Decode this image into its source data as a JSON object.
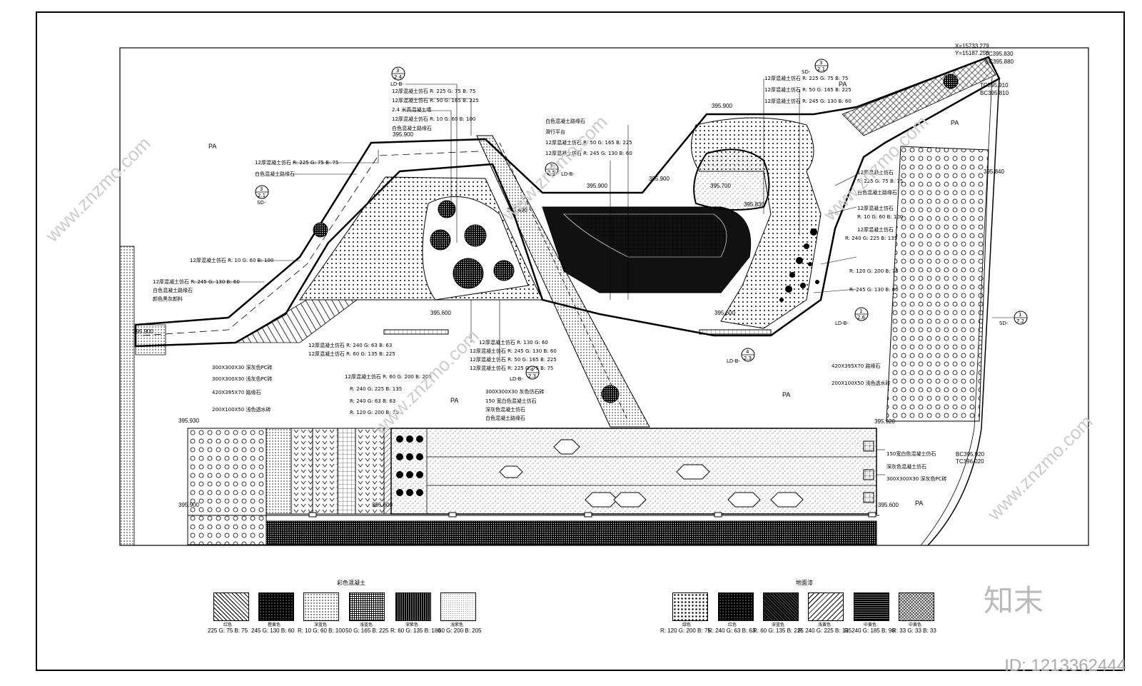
{
  "plan": {
    "zone_labels": [
      "PA",
      "PA",
      "PA",
      "PA",
      "PA",
      "PA"
    ],
    "elevations": [
      "395.900",
      "395.900",
      "395.900",
      "395.900",
      "395.900",
      "395.700",
      "395.600",
      "395.930",
      "395.900",
      "395.600",
      "395.600",
      "395.920",
      "395.830",
      "395.490",
      "395.840",
      "395.600"
    ],
    "coord_x": "X=15733.279",
    "coord_y": "Y=15187.256",
    "tc_top": "TC395.830",
    "bc_top": "BC395.880",
    "tc_mid": "TC395.910",
    "bc_mid": "BC395.810",
    "bc_bot": "BC395.920",
    "tc_bot": "TC396.020",
    "callouts": [
      {
        "num": "3",
        "sheet": "2.4",
        "code": "LD-B-"
      },
      {
        "num": "3",
        "sheet": "2.1",
        "code": "SD-"
      },
      {
        "num": "3",
        "sheet": "2.5",
        "code": "LD-B-"
      },
      {
        "num": "3",
        "sheet": "2.1",
        "code": "SD-"
      },
      {
        "num": "1",
        "sheet": "2.6",
        "code": "LD-B-"
      },
      {
        "num": "4",
        "sheet": "2.3",
        "code": "LD-B-"
      },
      {
        "num": "4",
        "sheet": "2.3",
        "code": "LD-B-"
      },
      {
        "num": "1",
        "sheet": "7.2",
        "code": "SD-"
      }
    ],
    "notes_left": [
      "12厚混凝土仿石 R: 225 G: 75 B: 75",
      "白色混凝土路缘石",
      "12厚混凝土仿石 R: 10 G: 60 B: 100",
      "12厚混凝土仿石 R: 245 G: 130 B: 60",
      "白色混凝土路缘石",
      "颜色黑灰颜料"
    ],
    "notes_top": [
      "12厚混凝土仿石 R: 225 G: 75 B: 75",
      "12厚混凝土仿石 R: 50 G: 165 B: 225",
      "2.4 米高混凝土墙",
      "12厚混凝土仿石 R: 10 G: 60 B: 100",
      "白色混凝土路缘石"
    ],
    "notes_center": [
      "白色混凝土路缘石",
      "12厚混凝土仿石 R: 50 G: 165 B: 225",
      "12厚混凝土仿石 R: 245 G: 130 B: 60",
      "滑行平台"
    ],
    "notes_right_top": [
      "12厚混凝土仿石 R: 225 G: 75 B: 75",
      "12厚混凝土仿石 R: 50 G: 165 B: 225",
      "12厚混凝土仿石 R: 245 G: 130 B: 60"
    ],
    "notes_right": [
      "12厚混凝土仿石",
      "R: 225 G: 75 B: 75",
      "白色混凝土路缘石",
      "12厚混凝土仿石",
      "R: 10 G: 60 B: 100",
      "12厚混凝土仿石",
      "R: 240 G: 225 B: 135",
      "R: 120 G: 200 B: 75",
      "R: 245 G: 130 B: 60"
    ],
    "notes_bottom_center": [
      "12厚混凝土仿石 R: 130 G: 60",
      "12厚混凝土仿石 R: 245 G: 130 B: 60",
      "12厚混凝土仿石 R: 50 G: 165 B: 225",
      "12厚混凝土仿石 R: 225 G: 75 B: 75",
      "12厚混凝土仿石 R: 240 G: 63 B: 63",
      "12厚混凝土仿石 R: 60 G: 135 B: 225"
    ],
    "notes_bottom_mid": [
      "12厚混凝土仿石 R: 60 G: 200 B: 205",
      "R: 240 G: 225 B: 135",
      "R: 240 G: 63 B: 63",
      "R: 120 G: 200 B: 75"
    ],
    "notes_bottom_left": [
      "300X300X30 深灰色PC砖",
      "300X300X30 浅灰色PC砖",
      "420X395X70 路缘石",
      "200X100X50 浅色透水砖"
    ],
    "notes_bottom_right": [
      "300X300X30 灰色仿石砖",
      "150 宽白色混凝土仿石",
      "深灰色混凝土仿石",
      "白色混凝土路缘石"
    ],
    "notes_far_right": [
      "420X395X70 路缘石",
      "200X100X50 浅色透水砖",
      "150宽白色混凝土仿石",
      "深灰色混凝土仿石",
      "300X300X30 深灰色PC砖"
    ]
  },
  "legend_left": {
    "title": "彩色混凝土",
    "items": [
      {
        "name": "红色",
        "rgb": "225 G: 75 B: 75"
      },
      {
        "name": "橙黄色",
        "rgb": "245 G: 130 B: 60"
      },
      {
        "name": "深蓝色",
        "rgb": "R: 10 G: 60 B: 100"
      },
      {
        "name": "浅蓝色",
        "rgb": "50 G: 165 B: 225"
      },
      {
        "name": "深紫色",
        "rgb": "R: 60 G: 135 B: 180"
      },
      {
        "name": "浅紫色",
        "rgb": "60 G: 200 B: 205"
      }
    ]
  },
  "legend_right": {
    "title": "地面漆",
    "items": [
      {
        "name": "绿色",
        "rgb": "R: 120 G: 200 B: 75"
      },
      {
        "name": "红色",
        "rgb": "R: 240 G: 63 B: 63"
      },
      {
        "name": "深蓝色",
        "rgb": "R: 60 G: 135 B: 225"
      },
      {
        "name": "浅黄色",
        "rgb": "R: 240 G: 225 B: 135"
      },
      {
        "name": "中黄色",
        "rgb": "R: 240 G: 185 B: 90"
      },
      {
        "name": "中黄色",
        "rgb": "R: 33 G: 33 B: 33"
      }
    ]
  },
  "watermarks": {
    "site": "www.znzmo.com",
    "brand": "知末",
    "id": "ID: 1213362444"
  }
}
